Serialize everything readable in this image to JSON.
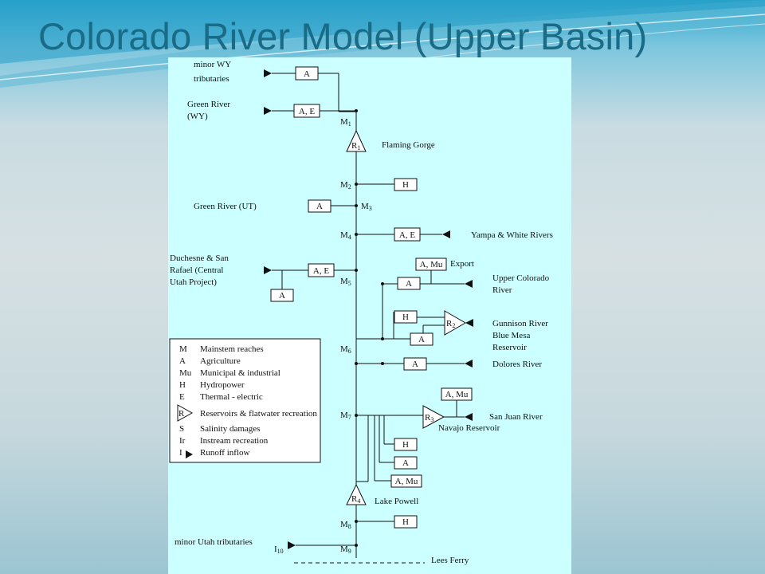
{
  "title": "Colorado River Model (Upper Basin)",
  "colors": {
    "title": "#1a6b86",
    "panel": "#ccffff",
    "ink": "#111111"
  },
  "labels": {
    "minor_wy_1": "minor WY",
    "minor_wy_2": "tributaries",
    "green_wy_1": "Green River",
    "green_wy_2": "(WY)",
    "flaming_gorge": "Flaming Gorge",
    "green_ut": "Green River (UT)",
    "yampa": "Yampa & White Rivers",
    "duchesne_1": "Duchesne & San",
    "duchesne_2": "Rafael (Central",
    "duchesne_3": "Utah Project)",
    "export": "Export",
    "upper_colorado_1": "Upper Colorado",
    "upper_colorado_2": "River",
    "gunnison_1": "Gunnison River",
    "gunnison_2": "Blue Mesa",
    "gunnison_3": "Reservoir",
    "dolores": "Dolores River",
    "san_juan": "San Juan River",
    "navajo": "Navajo Reservoir",
    "lake_powell": "Lake Powell",
    "minor_utah": "minor Utah tributaries",
    "lees_ferry": "Lees Ferry"
  },
  "nodes": {
    "m1": "M",
    "m1_sub": "1",
    "m2": "M",
    "m2_sub": "2",
    "m3": "M",
    "m3_sub": "3",
    "m4": "M",
    "m4_sub": "4",
    "m5": "M",
    "m5_sub": "5",
    "m6": "M",
    "m6_sub": "6",
    "m7": "M",
    "m7_sub": "7",
    "m8": "M",
    "m8_sub": "8",
    "m9": "M",
    "m9_sub": "9",
    "i10": "I",
    "i10_sub": "10",
    "r1": "R",
    "r1_sub": "1",
    "r2": "R",
    "r2_sub": "2",
    "r3": "R",
    "r3_sub": "3",
    "r4": "R",
    "r4_sub": "4"
  },
  "boxes": {
    "b_minorwy": "A",
    "b_greenwy": "A, E",
    "b_m2": "H",
    "b_greenut": "A",
    "b_yampa": "A, E",
    "b_duchesne": "A, E",
    "b_duchesne_a": "A",
    "b_export": "A, Mu",
    "b_upper": "A",
    "b_gunnison_h": "H",
    "b_gunnison_a": "A",
    "b_dolores": "A",
    "b_sanjuan": "A, Mu",
    "b_m7_h": "H",
    "b_m7_a": "A",
    "b_m7_amu": "A, Mu",
    "b_m8": "H"
  },
  "legend": [
    {
      "key": "M",
      "desc": "Mainstem reaches"
    },
    {
      "key": "A",
      "desc": "Agriculture"
    },
    {
      "key": "Mu",
      "desc": "Municipal & industrial"
    },
    {
      "key": "H",
      "desc": "Hydropower"
    },
    {
      "key": "E",
      "desc": "Thermal - electric"
    },
    {
      "key": "R",
      "desc": "Reservoirs & flatwater recreation"
    },
    {
      "key": "S",
      "desc": "Salinity damages"
    },
    {
      "key": "Ir",
      "desc": "Instream recreation"
    },
    {
      "key": "I",
      "desc": "Runoff inflow"
    }
  ]
}
